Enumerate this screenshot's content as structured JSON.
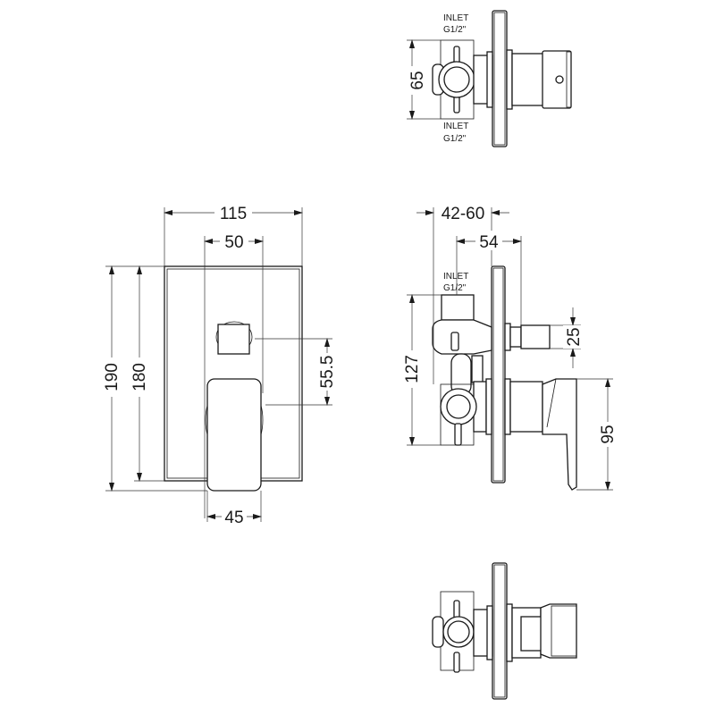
{
  "drawing": {
    "type": "technical-drawing",
    "subject": "concealed shower valve with diverter - dimensioned views",
    "units": "mm",
    "line_color": "#1a1a1a",
    "background": "#ffffff"
  },
  "views": {
    "top_view": {
      "dimensions": {
        "height": "65"
      },
      "labels": {
        "inlet_top_1": "INLET",
        "inlet_top_2": "G1/2\"",
        "inlet_bottom_1": "INLET",
        "inlet_bottom_2": "G1/2\""
      }
    },
    "front_view": {
      "dimensions": {
        "plate_width": "115",
        "handle_spacing": "50",
        "plate_height_outer": "190",
        "plate_height_inner": "180",
        "control_spacing": "55.5",
        "lever_width": "45"
      }
    },
    "side_view": {
      "dimensions": {
        "wall_depth": "42-60",
        "projection": "54",
        "body_height": "127",
        "diverter_height": "25",
        "lever_height": "95"
      },
      "labels": {
        "inlet_1": "INLET",
        "inlet_2": "G1/2\""
      }
    },
    "bottom_view": {}
  }
}
